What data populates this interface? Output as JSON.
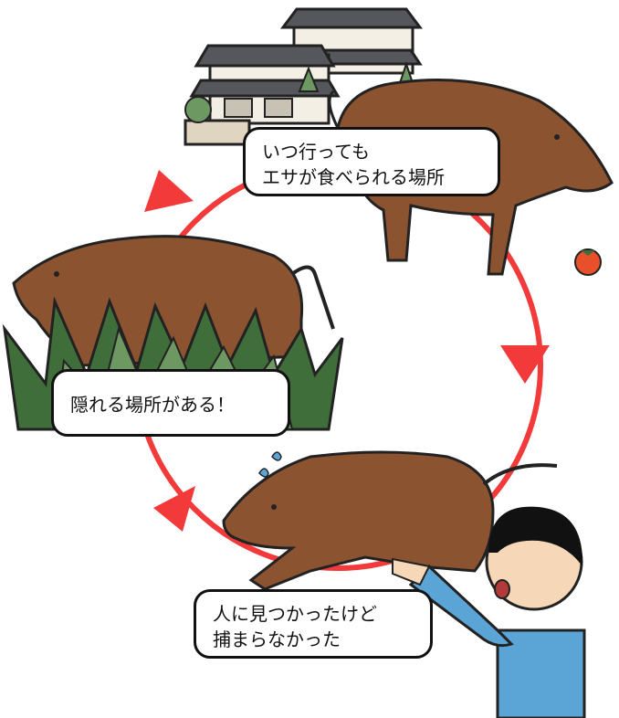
{
  "colors": {
    "cycle_arrow": "#f23a3a",
    "boar_body": "#8b5330",
    "boar_dark": "#6a3b1f",
    "grass_light": "#6e9862",
    "grass_dark": "#3f6e3a",
    "house_roof": "#55575c",
    "house_wall": "#f4efe4",
    "shirt": "#5ba4d6",
    "hair": "#111111",
    "skin": "#f6d7b8",
    "persimmon": "#e8502b"
  },
  "bubbles": {
    "top": {
      "lines": [
        "いつ行っても",
        "エサが食べられる場所"
      ]
    },
    "left": {
      "lines": [
        "隠れる場所がある！"
      ]
    },
    "bottom": {
      "lines": [
        "人に見つかったけど",
        "捕まらなかった"
      ]
    }
  },
  "icons": [
    "house-illustration",
    "boar-eating",
    "boar-hiding",
    "boar-fleeing",
    "person-pointing",
    "persimmon-icon",
    "grass-clump",
    "sweat-drops-icon"
  ]
}
